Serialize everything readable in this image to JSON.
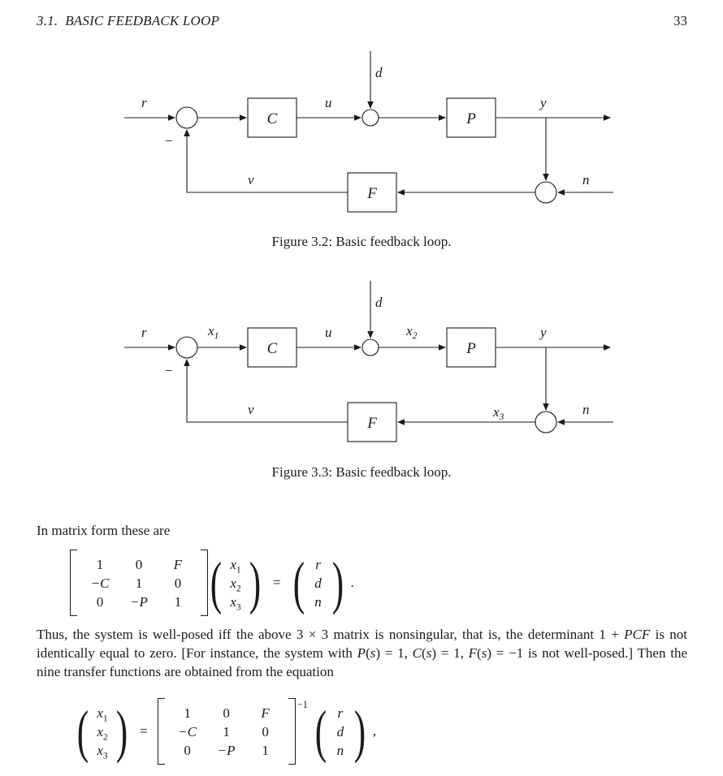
{
  "header": {
    "section": "3.1.  BASIC FEEDBACK LOOP",
    "page_number": "33"
  },
  "figure1": {
    "caption": "Figure 3.2: Basic feedback loop.",
    "labels": {
      "r": "r",
      "u": "u",
      "d": "d",
      "y": "y",
      "v": "v",
      "n": "n",
      "minus": "−",
      "blockC": "C",
      "blockP": "P",
      "blockF": "F"
    }
  },
  "figure2": {
    "caption": "Figure 3.3: Basic feedback loop.",
    "labels": {
      "r": "r",
      "u": "u",
      "d": "d",
      "y": "y",
      "v": "v",
      "n": "n",
      "minus": "−",
      "blockC": "C",
      "blockP": "P",
      "blockF": "F",
      "x1": {
        "base": "x",
        "sub": "1"
      },
      "x2": {
        "base": "x",
        "sub": "2"
      },
      "x3": {
        "base": "x",
        "sub": "3"
      }
    }
  },
  "body": {
    "intro": "In matrix form these are",
    "paragraph": [
      {
        "t": "Thus, the system is well-posed iff the above 3 × 3 matrix is nonsingular, that is, the determinant 1 + "
      },
      {
        "t": "PCF",
        "i": true
      },
      {
        "t": " is not identically equal to zero. [For instance, the system with "
      },
      {
        "t": "P",
        "i": true
      },
      {
        "t": "("
      },
      {
        "t": "s",
        "i": true
      },
      {
        "t": ") = 1, "
      },
      {
        "t": "C",
        "i": true
      },
      {
        "t": "("
      },
      {
        "t": "s",
        "i": true
      },
      {
        "t": ") = 1, "
      },
      {
        "t": "F",
        "i": true
      },
      {
        "t": "("
      },
      {
        "t": "s",
        "i": true
      },
      {
        "t": ") = −1 is not well-posed.] Then the nine transfer functions are obtained from the equation"
      }
    ]
  },
  "math": {
    "lparen": "(",
    "rparen": ")"
  },
  "eq1": {
    "matrix": [
      [
        "1",
        "0",
        "F"
      ],
      [
        "−C",
        "1",
        "0"
      ],
      [
        "0",
        "−P",
        "1"
      ]
    ],
    "x": [
      {
        "base": "x",
        "sub": "1"
      },
      {
        "base": "x",
        "sub": "2"
      },
      {
        "base": "x",
        "sub": "3"
      }
    ],
    "equals": "=",
    "rhs": [
      "r",
      "d",
      "n"
    ],
    "punct": "."
  },
  "eq2": {
    "x": [
      {
        "base": "x",
        "sub": "1"
      },
      {
        "base": "x",
        "sub": "2"
      },
      {
        "base": "x",
        "sub": "3"
      }
    ],
    "equals": "=",
    "matrix": [
      [
        "1",
        "0",
        "F"
      ],
      [
        "−C",
        "1",
        "0"
      ],
      [
        "0",
        "−P",
        "1"
      ]
    ],
    "exponent": "−1",
    "rhs": [
      "r",
      "d",
      "n"
    ],
    "punct": ","
  }
}
